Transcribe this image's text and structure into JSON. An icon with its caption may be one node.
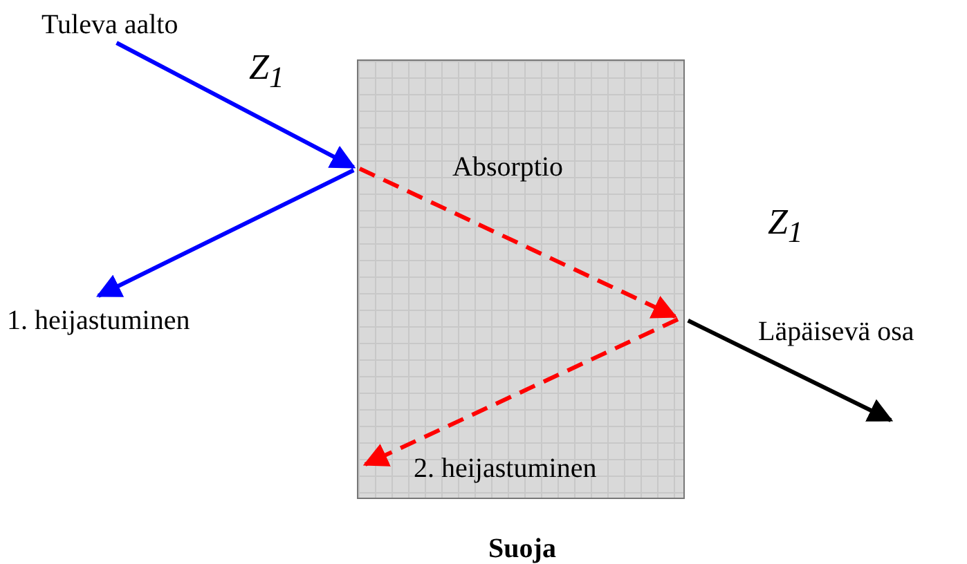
{
  "diagram": {
    "nodes": [
      {
        "text": [
          "Suoja"
        ]
      },
      {
        "text": [
          "Tuleva aalto"
        ]
      },
      {
        "text": [
          "1. heijastuminen"
        ]
      }
    ],
    "edges": [
      {
        "from": 1,
        "to": 0,
        "arrow": "to",
        "color": "#0000ff"
      },
      {
        "from": 0,
        "to": 2,
        "arrow": "to",
        "color": "#0000ff"
      },
      {
        "from": 0,
        "to": null,
        "arrow": "to",
        "color": "#000000"
      }
    ],
    "labels": [
      "Z$_{1}$",
      "Absorptio",
      "Z$_{1}$",
      "Läpäisevä osa",
      "2. heijastuminen"
    ]
  }
}
